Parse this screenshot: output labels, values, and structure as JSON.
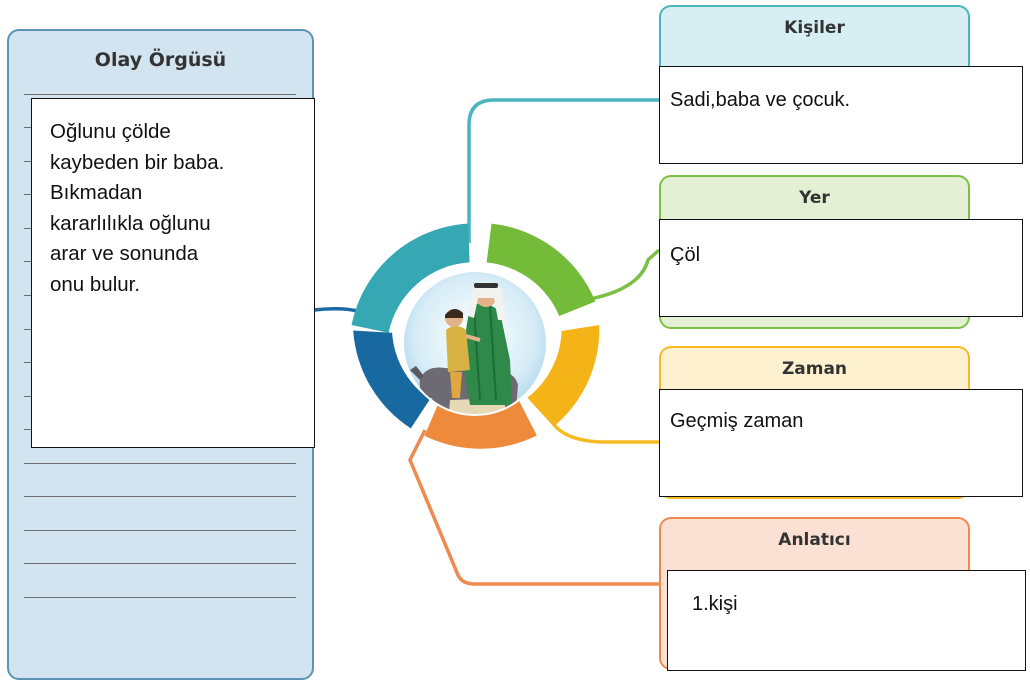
{
  "plot": {
    "title": "Olay Örgüsü",
    "answer_lines": [
      "Oğlunu çölde",
      "kaybeden bir baba.",
      "Bıkmadan",
      "kararlılıkla oğlunu",
      "arar ve sonunda",
      "onu bulur."
    ],
    "color": "#5b93b6"
  },
  "elements": {
    "characters": {
      "label": "Kişiler",
      "answer": "Sadi,baba ve çocuk.",
      "color": "#4ab3c0"
    },
    "place": {
      "label": "Yer",
      "answer": "Çöl",
      "color": "#7cbf45"
    },
    "time": {
      "label": "Zaman",
      "answer": "Geçmiş zaman",
      "color": "#f6ba24"
    },
    "narrator": {
      "label": "Anlatıcı",
      "answer": "1.kişi",
      "color": "#ee8a4e"
    }
  }
}
